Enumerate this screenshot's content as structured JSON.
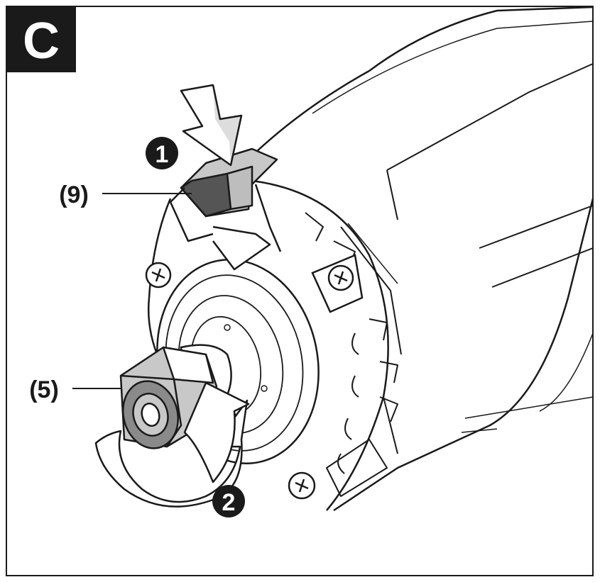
{
  "figure": {
    "panel_letter": "C",
    "steps": [
      "1",
      "2"
    ],
    "callouts": [
      {
        "id": "lever",
        "label": "(9)"
      },
      {
        "id": "nut",
        "label": "(5)"
      }
    ],
    "colors": {
      "line": "#1a1a1a",
      "panel_bg": "#1a1a1a",
      "panel_text": "#ffffff",
      "highlight": "#555555",
      "light_gray": "#c8c8c8"
    }
  }
}
